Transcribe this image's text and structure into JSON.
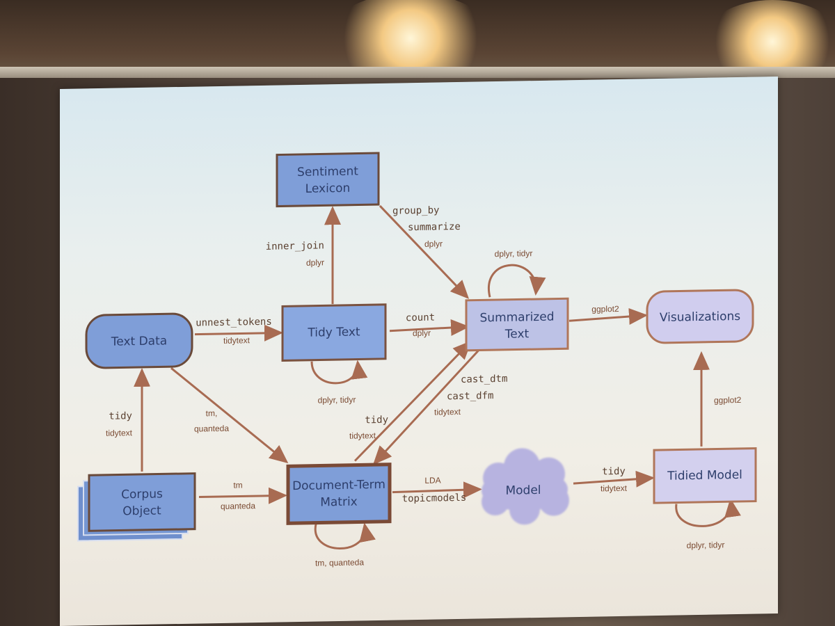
{
  "nodes": {
    "sentiment_lexicon": {
      "line1": "Sentiment",
      "line2": "Lexicon"
    },
    "text_data": {
      "label": "Text Data"
    },
    "tidy_text": {
      "label": "Tidy Text"
    },
    "summarized_text": {
      "line1": "Summarized",
      "line2": "Text"
    },
    "visualizations": {
      "label": "Visualizations"
    },
    "corpus_object": {
      "line1": "Corpus",
      "line2": "Object"
    },
    "document_term_matrix": {
      "line1": "Document-Term",
      "line2": "Matrix"
    },
    "model": {
      "label": "Model"
    },
    "tidied_model": {
      "label": "Tidied Model"
    }
  },
  "edges": {
    "unnest_tokens": {
      "fn": "unnest_tokens",
      "pkg": "tidytext"
    },
    "inner_join": {
      "fn": "inner_join",
      "pkg": "dplyr"
    },
    "group_by": {
      "fn1": "group_by",
      "fn2": "summarize",
      "pkg": "dplyr"
    },
    "count": {
      "fn": "count",
      "pkg": "dplyr"
    },
    "tidy_text_loop": {
      "pkg": "dplyr, tidyr"
    },
    "summarized_loop": {
      "pkg": "dplyr, tidyr"
    },
    "ggplot_summarized": {
      "pkg": "ggplot2"
    },
    "tidy_corpus": {
      "fn": "tidy",
      "pkg": "tidytext"
    },
    "tm_textdata": {
      "line1": "tm,",
      "line2": "quanteda"
    },
    "cast": {
      "fn1": "cast_dtm",
      "fn2": "cast_dfm",
      "pkg": "tidytext"
    },
    "tidy_dtm": {
      "fn": "tidy",
      "pkg": "tidytext"
    },
    "tm_corpus": {
      "line1": "tm",
      "line2": "quanteda"
    },
    "lda": {
      "fn": "LDA",
      "pkg": "topicmodels"
    },
    "dtm_loop": {
      "pkg": "tm, quanteda"
    },
    "tidy_model": {
      "fn": "tidy",
      "pkg": "tidytext"
    },
    "ggplot_tidied": {
      "pkg": "ggplot2"
    },
    "tidied_loop": {
      "pkg": "dplyr, tidyr"
    }
  },
  "colors": {
    "blue_fill": "#7f9ed8",
    "blue_stroke": "#6a4a3a",
    "lavender_fill": "#c9c8ea",
    "arrow": "#b0765a",
    "arrow_dark": "#7b5a48"
  }
}
